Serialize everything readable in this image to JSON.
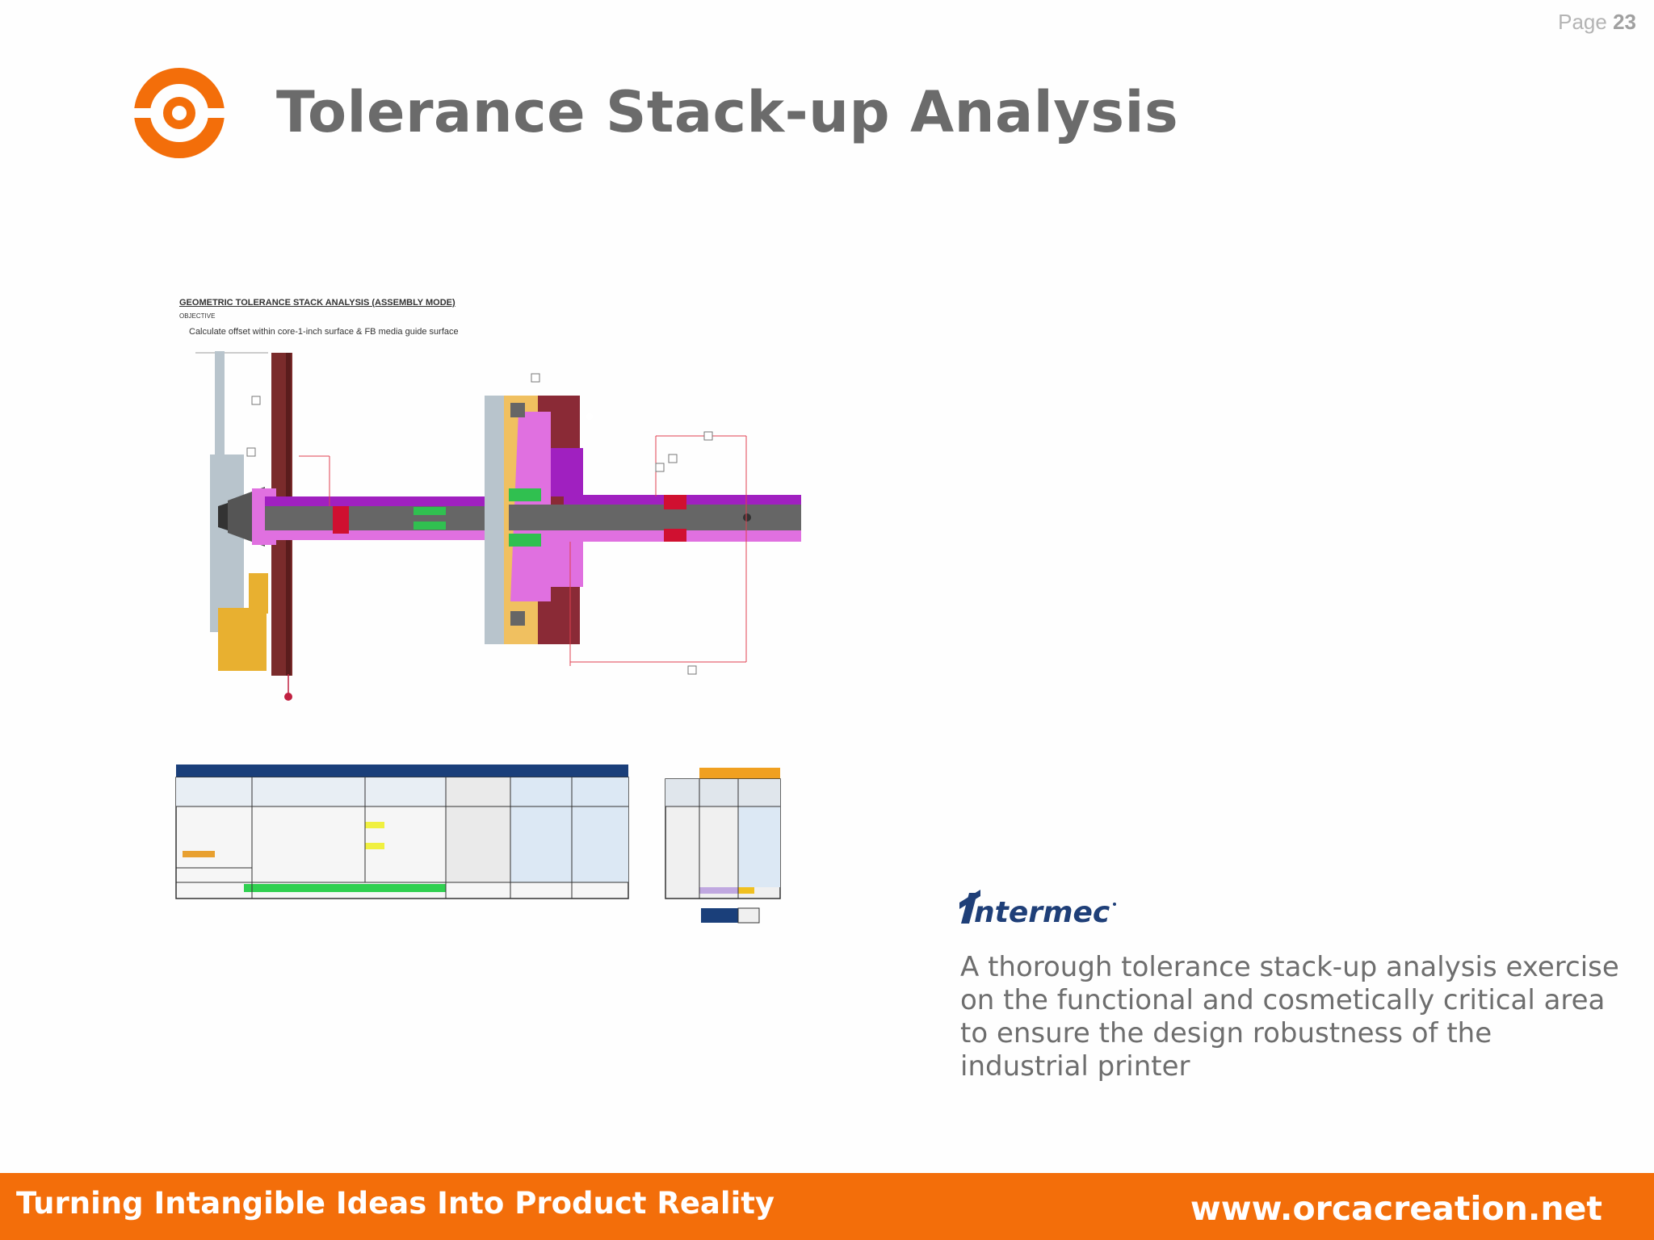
{
  "page": {
    "label": "Page",
    "number": "23"
  },
  "title": "Tolerance Stack-up Analysis",
  "figure": {
    "heading": "GEOMETRIC TOLERANCE STACK ANALYSIS (ASSEMBLY MODE)",
    "objective_label": "OBJECTIVE",
    "objective_text": "Calculate offset within core-1-inch surface & FB media guide surface",
    "table_title": "Worst Case Study",
    "rss_title": "RSS Method"
  },
  "brand": {
    "name": "Intermec"
  },
  "description": "A thorough tolerance stack-up analysis exercise on the functional and cosmetically critical area to ensure the design robustness of the industrial printer",
  "footer": {
    "tagline": "Turning Intangible Ideas Into Product Reality",
    "website": "www.orcacreation.net"
  },
  "colors": {
    "accent": "#f36e0a",
    "title": "#6b6b6b",
    "body_text": "#6e6e6e",
    "brand": "#1f3f78"
  }
}
